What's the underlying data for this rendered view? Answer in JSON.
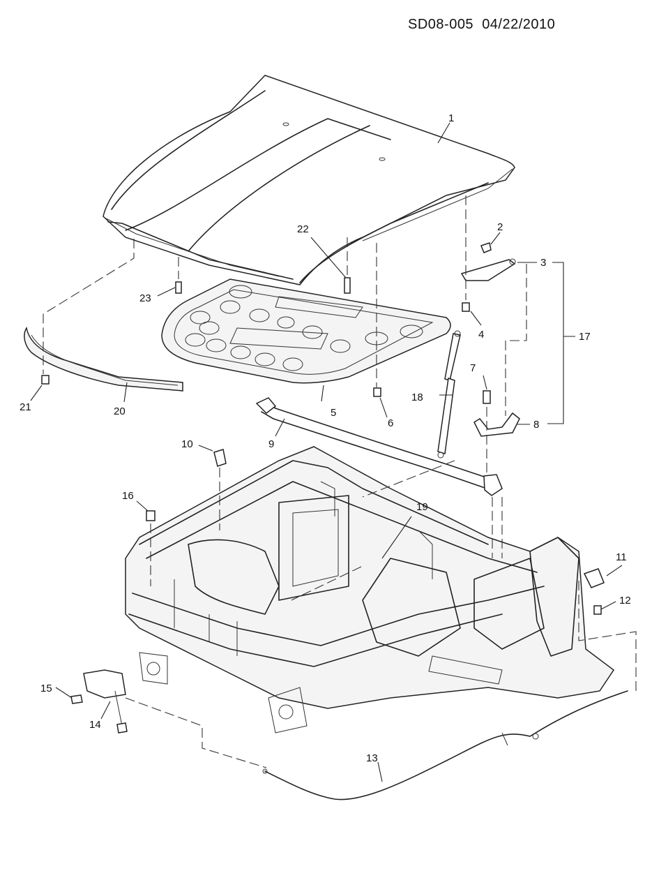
{
  "header": {
    "code": "SD08-005",
    "date": "04/22/2010"
  },
  "callouts": [
    "1",
    "2",
    "3",
    "4",
    "5",
    "6",
    "7",
    "8",
    "9",
    "10",
    "11",
    "12",
    "13",
    "14",
    "15",
    "16",
    "17",
    "18",
    "19",
    "20",
    "21",
    "22",
    "23"
  ]
}
